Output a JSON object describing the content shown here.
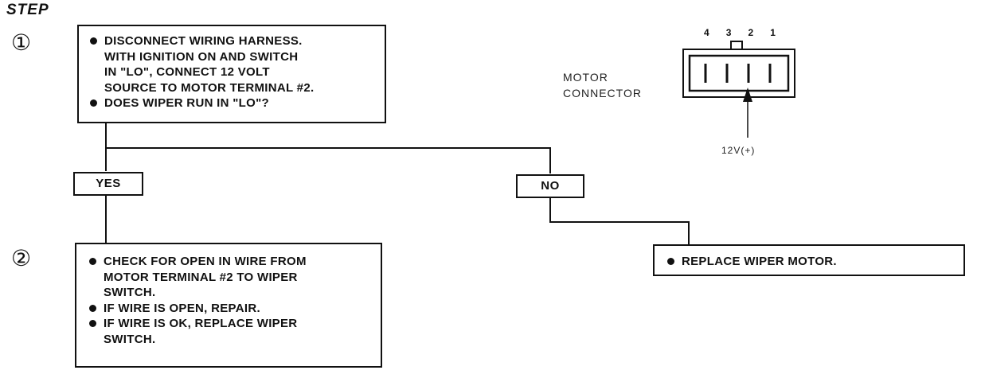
{
  "header": {
    "title": "STEP"
  },
  "steps": [
    {
      "number": "①",
      "items": [
        "DISCONNECT WIRING HARNESS.\nWITH IGNITION ON AND SWITCH\nIN  \"LO\", CONNECT 12 VOLT\nSOURCE TO MOTOR TERMINAL #2.",
        "DOES WIPER RUN IN \"LO\"?"
      ]
    },
    {
      "number": "②",
      "items": [
        "CHECK FOR OPEN IN WIRE FROM\nMOTOR TERMINAL #2 TO WIPER\nSWITCH.",
        "IF WIRE IS OPEN, REPAIR.",
        "IF WIRE IS OK, REPLACE WIPER\nSWITCH."
      ]
    }
  ],
  "branches": {
    "yes": "YES",
    "no": "NO"
  },
  "no_action": {
    "items": [
      "REPLACE WIPER MOTOR."
    ]
  },
  "connector": {
    "label_line1": "MOTOR",
    "label_line2": "CONNECTOR",
    "pins": [
      "4",
      "3",
      "2",
      "1"
    ],
    "source_label": "12V(+)"
  }
}
